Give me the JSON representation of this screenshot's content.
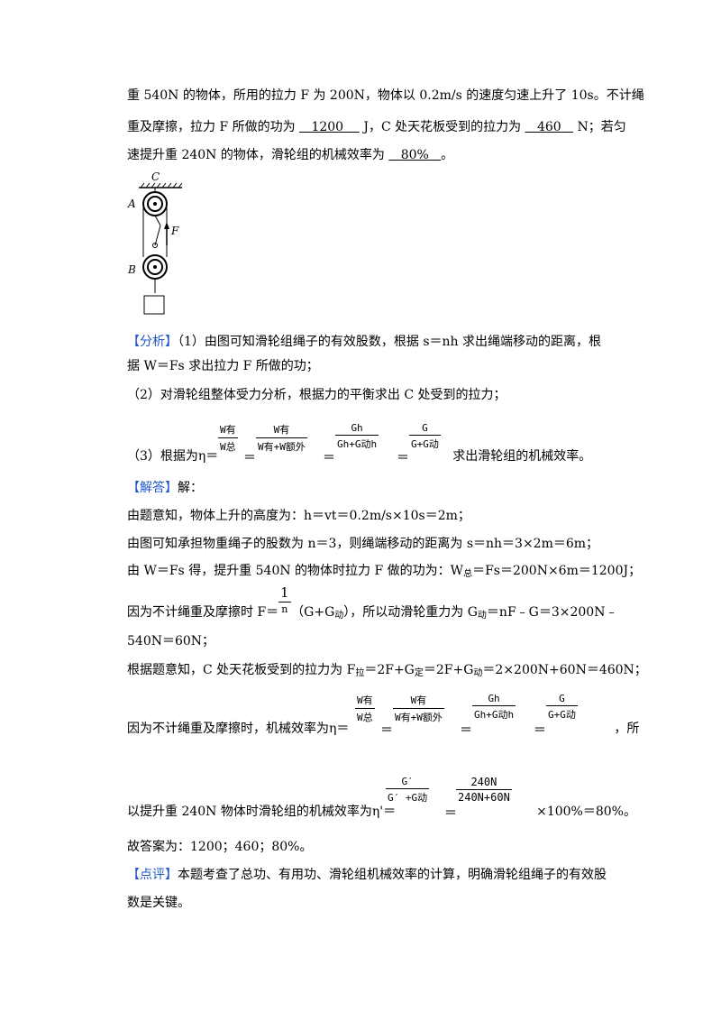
{
  "question": {
    "line1": "重 540N 的物体，所用的拉力 F 为 200N，物体以 0.2m/s 的速度匀速上升了 10s。不计绳",
    "line2_a": "重及摩擦，拉力 F 所做的功为",
    "ans1": "1200",
    "line2_b": "J，C 处天花板受到的拉力为",
    "ans2": "460",
    "line2_c": "N；若匀",
    "line3_a": "速提升重 240N 的物体，滑轮组的机械效率为",
    "ans3": "80%",
    "line3_b": "。"
  },
  "figure": {
    "label_c": "C",
    "label_a": "A",
    "label_b": "B",
    "label_f": "F"
  },
  "analysis": {
    "tag": "【分析】",
    "l1": "（1）由图可知滑轮组绳子的有效股数，根据 s＝nh 求出绳端移动的距离，根",
    "l2": "据 W＝Fs 求出拉力 F 所做的功；",
    "l3": "（2）对滑轮组整体受力分析，根据力的平衡求出 C 处受到的拉力；",
    "l4_a": "（3）根据为η＝",
    "l4_b": "求出滑轮组的机械效率。",
    "f1_num": "W有",
    "f1_den": "W总",
    "f2_num": "W有",
    "f2_den": "W有+W额外",
    "f3_num": "Gh",
    "f3_den": "Gh+G动h",
    "f4_num": "G",
    "f4_den": "G+G动"
  },
  "answer": {
    "tag": "【解答】",
    "tag_after": "解：",
    "l1": "由题意知，物体上升的高度为：h＝vt＝0.2m/s×10s＝2m；",
    "l2": "由图可知承担物重绳子的股数为 n＝3，则绳端移动的距离为 s＝nh＝3×2m＝6m；",
    "l3_a": "由 W＝Fs 得，提升重 540N 的物体时拉力 F 做的功为：W",
    "l3_sub": "总",
    "l3_b": "＝Fs＝200N×6m＝1200J；",
    "l4_a": "因为不计绳重及摩擦时 F＝",
    "l4_num": "1",
    "l4_den": "n",
    "l4_b": "（G+G",
    "l4_sub": "动",
    "l4_c": "），所以动滑轮重力为 G",
    "l4_sub2": "动",
    "l4_d": "＝nF﹣G＝3×200N﹣",
    "l5": "540N＝60N；",
    "l6_a": "根据题意知，C 处天花板受到的拉力为 F",
    "l6_sub1": "拉",
    "l6_b": "＝2F+G",
    "l6_sub2": "定",
    "l6_c": "＝2F+G",
    "l6_sub3": "动",
    "l6_d": "＝2×200N+60N＝460N；",
    "l7_a": "因为不计绳重及摩擦时，机械效率为η＝",
    "l7_b": "，所",
    "l8_a": "以提升重 240N 物体时滑轮组的机械效率为η'＝",
    "g1_num": "G′",
    "g1_den": "G′ +G动",
    "g2_num": "240N",
    "g2_den": "240N+60N",
    "l8_b": "×100%＝80%。",
    "final": "故答案为：1200；460；80%。"
  },
  "comment": {
    "tag": "【点评】",
    "l1": "本题考查了总功、有用功、滑轮组机械效率的计算，明确滑轮组绳子的有效股",
    "l2": "数是关键。"
  }
}
